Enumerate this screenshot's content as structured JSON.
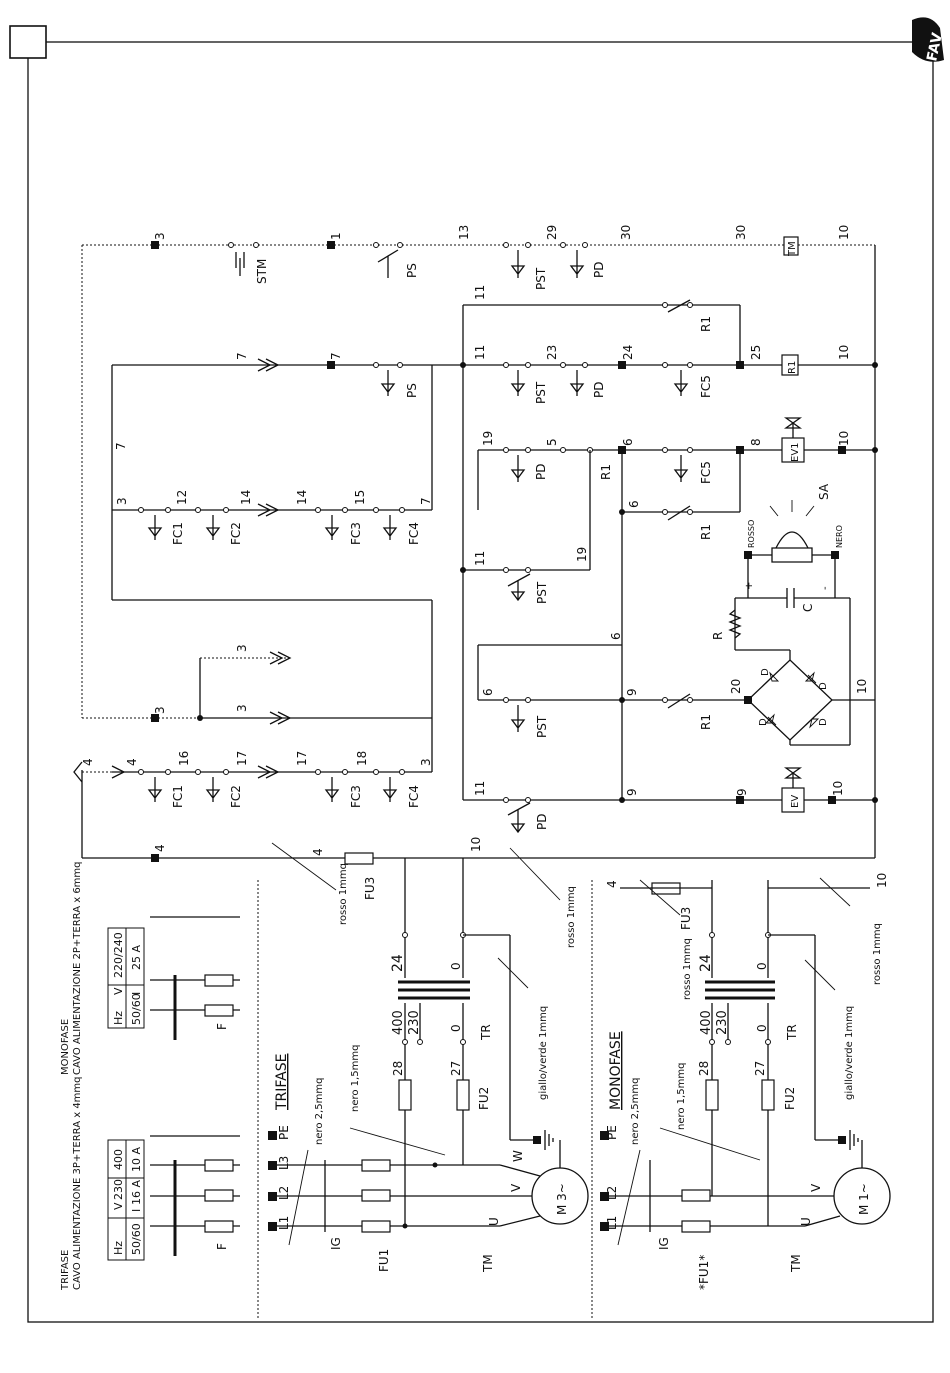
{
  "brand": {
    "logo_text": "FAV"
  },
  "page_label": "",
  "wire_numbers": {
    "w3": "3",
    "w1": "1",
    "w13": "13",
    "w29": "29",
    "w30": "30",
    "w10": "10",
    "w7": "7",
    "w11": "11",
    "w23": "23",
    "w24": "24",
    "w25": "25",
    "w19": "19",
    "w5": "5",
    "w6": "6",
    "w8": "8",
    "w12": "12",
    "w14": "14",
    "w15": "15",
    "w9": "9",
    "w20": "20",
    "w4": "4",
    "w16": "16",
    "w17": "17",
    "w18": "18",
    "w28": "28",
    "w27": "27",
    "w400": "400",
    "w230": "230",
    "w0": "0"
  },
  "components": {
    "STM": "STM",
    "PS": "PS",
    "PST": "PST",
    "PD": "PD",
    "TM": "TM",
    "R1": "R1",
    "FC1": "FC1",
    "FC2": "FC2",
    "FC3": "FC3",
    "FC4": "FC4",
    "FC5": "FC5",
    "EV1": "EV1",
    "EV": "EV",
    "SA": "SA",
    "R": "R",
    "C": "C",
    "D": "D",
    "FU1": "FU1",
    "FU1s": "*FU1*",
    "FU2": "FU2",
    "FU3": "FU3",
    "TR": "TR",
    "F": "F",
    "IG": "IG",
    "L1": "L1",
    "L2": "L2",
    "L3": "L3",
    "PE": "PE",
    "U": "U",
    "V": "V",
    "W": "W",
    "motor3": "M 3~",
    "motor1": "M 1~"
  },
  "sections": {
    "trifase": "TRIFASE",
    "monofase": "MONOFASE",
    "trifase_header": "TRIFASE",
    "trifase_header_sub": "CAVO ALIMENTAZIONE 3P+TERRA x 4mmq",
    "monofase_header": "MONOFASE",
    "monofase_header_sub": "CAVO ALIMENTAZIONE 2P+TERRA x 6mmq"
  },
  "tables": {
    "trifase": {
      "rows": [
        [
          "Hz",
          "V",
          "230",
          "400"
        ],
        [
          "50/60",
          "I",
          "16 A",
          "10 A"
        ]
      ]
    },
    "monofase": {
      "rows": [
        [
          "Hz",
          "V",
          "220/240"
        ],
        [
          "50/60",
          "I",
          "25 A"
        ]
      ]
    }
  },
  "cable_notes": {
    "rosso": "rosso 1mmq",
    "nero25": "nero 2,5mmq",
    "nero15": "nero 1,5mmq",
    "giallo": "giallo/verde 1mmq",
    "rosso2": "rosso 1mmq"
  },
  "indicators": {
    "rosso": "ROSSO",
    "nero": "NERO",
    "plus": "+",
    "minus": "-"
  }
}
